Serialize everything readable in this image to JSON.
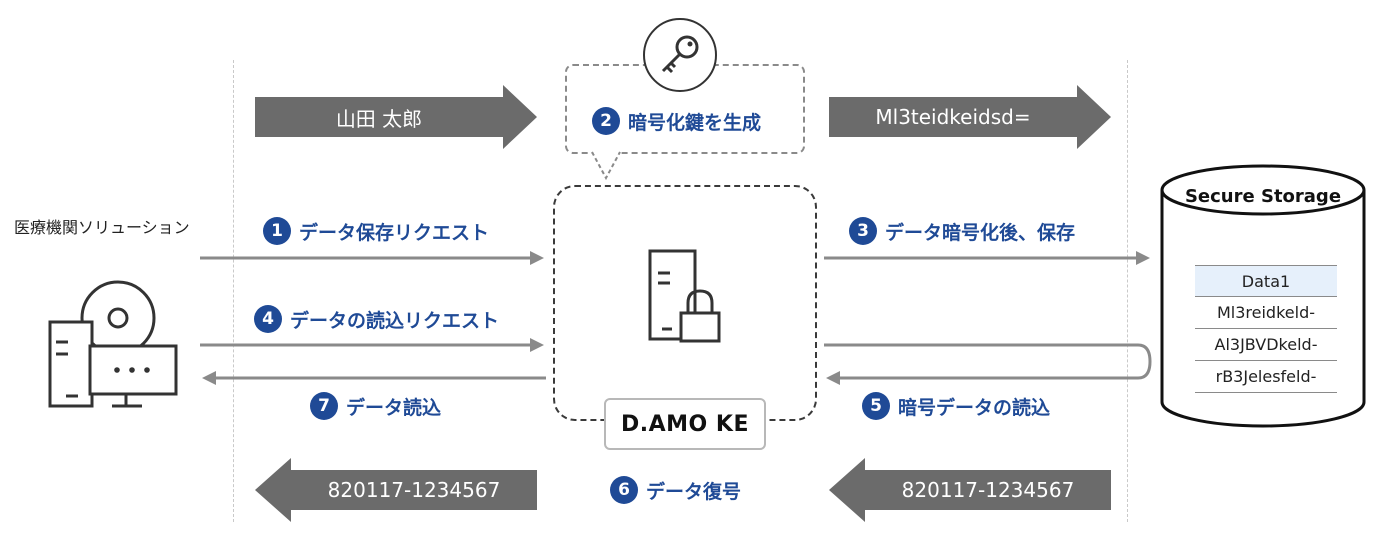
{
  "client": {
    "label": "医療機関ソリューション"
  },
  "top_arrows": {
    "left_text": "山田 太郎",
    "right_text": "Ml3teidkeidsd="
  },
  "bottom_arrows": {
    "left_text": "820117-1234567",
    "right_text": "820117-1234567"
  },
  "steps": [
    {
      "num": "1",
      "label": "データ保存リクエスト"
    },
    {
      "num": "2",
      "label": "暗号化鍵を生成"
    },
    {
      "num": "3",
      "label": "データ暗号化後、保存"
    },
    {
      "num": "4",
      "label": "データの読込リクエスト"
    },
    {
      "num": "5",
      "label": "暗号データの読込"
    },
    {
      "num": "6",
      "label": "データ復号"
    },
    {
      "num": "7",
      "label": "データ読込"
    }
  ],
  "center": {
    "product": "D.AMO KE"
  },
  "storage": {
    "title": "Secure Storage",
    "rows": [
      "Data1",
      "Ml3reidkeld-",
      "Al3JBVDkeld-",
      "rB3Jelesfeld-"
    ]
  },
  "colors": {
    "step_blue": "#1f4a96",
    "arrow_gray": "#6b6b6b",
    "row_highlight": "#e6f0fb"
  },
  "icons": [
    "key-icon",
    "server-lock-icon",
    "computer-icon",
    "database-icon"
  ]
}
